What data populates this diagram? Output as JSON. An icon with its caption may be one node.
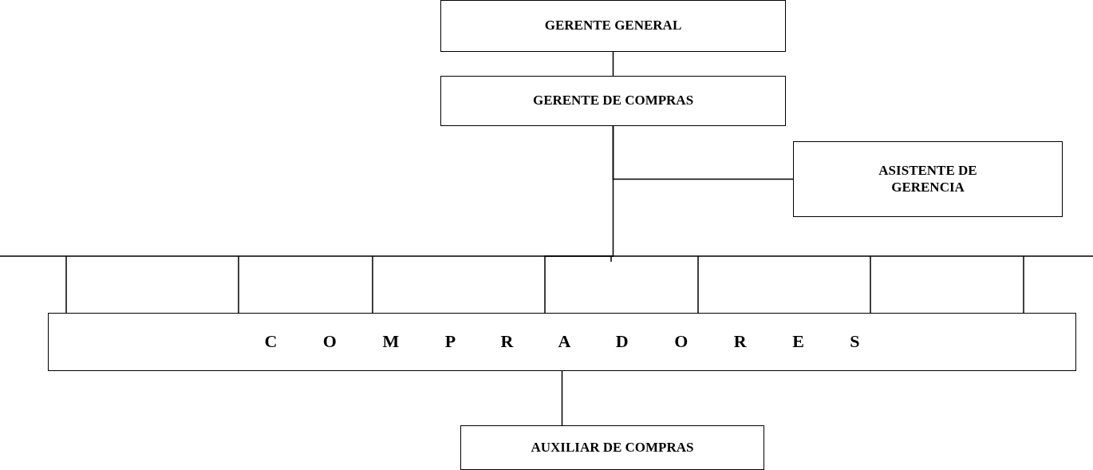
{
  "diagram": {
    "nodes": [
      {
        "text": [
          "GERENTE GENERAL"
        ]
      },
      {
        "text": [
          "GERENTE DE COMPRAS"
        ]
      },
      {
        "text": [
          "ASISTENTE DE GERENCIA"
        ]
      },
      {
        "text": [
          "C O M P R A D O R E S"
        ]
      },
      {
        "text": [
          "AUXILIAR DE COMPRAS"
        ]
      }
    ],
    "edges": [
      {
        "from": 0,
        "to": 1,
        "arrow": "none"
      },
      {
        "from": 1,
        "to": 2,
        "arrow": "none"
      },
      {
        "from": 1,
        "to": 3,
        "arrow": "none"
      },
      {
        "from": 3,
        "to": 4,
        "arrow": "none"
      }
    ]
  }
}
